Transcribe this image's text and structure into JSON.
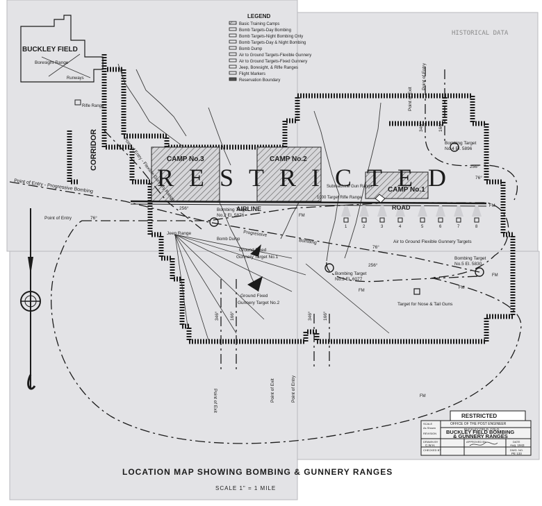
{
  "legend": {
    "title": "LEGEND",
    "items": [
      "Basic Training Camps",
      "Bomb Targets-Day Bombing",
      "Bomb Targets-Night Bombing Only",
      "Bomb Targets-Day & Night Bombing",
      "Bomb Dump",
      "Air to Ground Targets-Flexible Gunnery",
      "Air to Ground Targets-Fixed Gunnery",
      "Jeep, Boresight, & Rifle Ranges",
      "Flight Markers",
      "Reservation Boundary"
    ],
    "flight_marker_symbol": "FM"
  },
  "stamp": "HISTORICAL DATA",
  "labels": {
    "buckley_field": "BUCKLEY FIELD",
    "boresight_range": "Boresight Range",
    "runways": "Runways",
    "rifle_range": "Rifle Range",
    "corridor": "CORRIDOR",
    "restricted_big": "RESTRICTED",
    "camp3": "CAMP No.3",
    "camp2": "CAMP No.2",
    "camp1": "CAMP No.1",
    "submachine": "Submachine Gun Range",
    "target_rifle_range": "1000 Target Rifle Range",
    "airline": "AIRLINE",
    "road": "ROAD",
    "poe_progressive": "Point of Entry - Progressive Bombing",
    "poe_flexible": "Point of Entry - Flexible Gunnery Range",
    "point_of_entry": "Point of Entry",
    "point_of_exit": "Point of Exit",
    "progressive": "Progressive",
    "bombing": "Bombing",
    "jeep_range": "Jeep Range",
    "bomb_dump": "Bomb Dump",
    "bt2_a": "Bombing Target",
    "bt2_b": "No.2 El. 5876",
    "bt3_a": "Bombing Target",
    "bt3_b": "No.3 El. 6077",
    "bt4_a": "Bombing Target",
    "bt4_b": "No.4 El. 5896",
    "bt5_a": "Bombing Target",
    "bt5_b": "No.5 El. 5830",
    "gft1_a": "Ground Fixed",
    "gft1_b": "Gunnery Target No.1",
    "gft2_a": "Ground Fixed",
    "gft2_b": "Gunnery Target No.2",
    "flex_targets": "Air to Ground Flexible Gunnery Targets",
    "nose_tail": "Target for Nose & Tail Guns",
    "fm": "FM",
    "hdg_076": "76°",
    "hdg_256": "256°",
    "hdg_346": "346°",
    "hdg_166": "166°",
    "flex_nums": [
      "1",
      "2",
      "3",
      "4",
      "5",
      "6",
      "7",
      "8"
    ]
  },
  "map_title": "LOCATION MAP SHOWING BOMBING & GUNNERY RANGES",
  "scale": "SCALE 1\" = 1 MILE",
  "title_block": {
    "restricted": "RESTRICTED",
    "scale_label": "SCALE",
    "scale_value": "As Shown",
    "revision_label": "REVISION",
    "office": "OFFICE OF THE POST ENGINEER",
    "office_sub": "BUCKLEY FIELD, COLO.",
    "title_1": "BUCKLEY FIELD BOMBING",
    "title_2": "& GUNNERY RANGES",
    "drawn_by_label": "DRAWN BY",
    "drawn_by": "C.W.H.",
    "checked_by_label": "CHECKED BY",
    "approved_label": "APPROVED BY",
    "date_label": "DATE",
    "date": "Aug. 1943",
    "dwg_label": "DWG. NO.",
    "dwg_no": "PE 133"
  }
}
